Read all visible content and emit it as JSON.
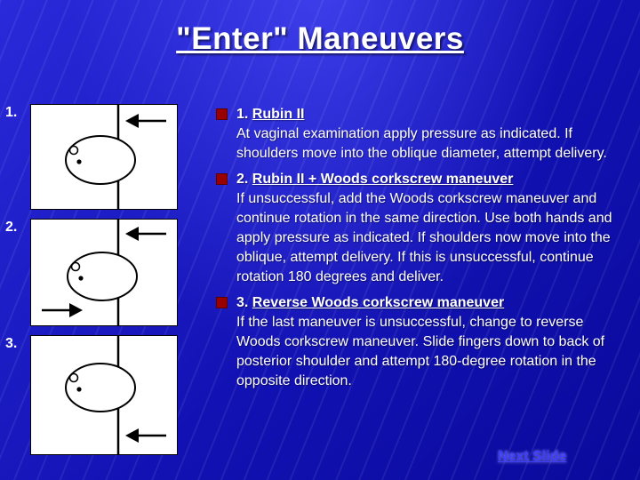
{
  "title": "\"Enter\" Maneuvers",
  "figures": [
    {
      "label": "1."
    },
    {
      "label": "2."
    },
    {
      "label": "3."
    }
  ],
  "bullets": [
    {
      "num": "1.",
      "heading": "Rubin II",
      "body": "At vaginal examination apply pressure as indicated. If shoulders move into the oblique diameter, attempt delivery."
    },
    {
      "num": "2.",
      "heading": "Rubin II + Woods corkscrew maneuver",
      "body": "If unsuccessful, add the Woods corkscrew maneuver and continue rotation in the same direction. Use both hands and apply pressure as indicated. If shoulders now move into the oblique, attempt delivery. If this is unsuccessful, continue rotation 180 degrees and deliver."
    },
    {
      "num": "3.",
      "heading": "Reverse Woods corkscrew maneuver",
      "body": "If the last maneuver is unsuccessful, change to reverse Woods corkscrew maneuver. Slide fingers down to back of posterior shoulder and attempt 180-degree rotation in the opposite direction."
    }
  ],
  "footer": {
    "next_slide_label": "Next Slide"
  },
  "colors": {
    "bullet": "#990000",
    "link": "#3d3dff",
    "background_top": "#2a2ada",
    "background_bottom": "#0a0a9c"
  }
}
